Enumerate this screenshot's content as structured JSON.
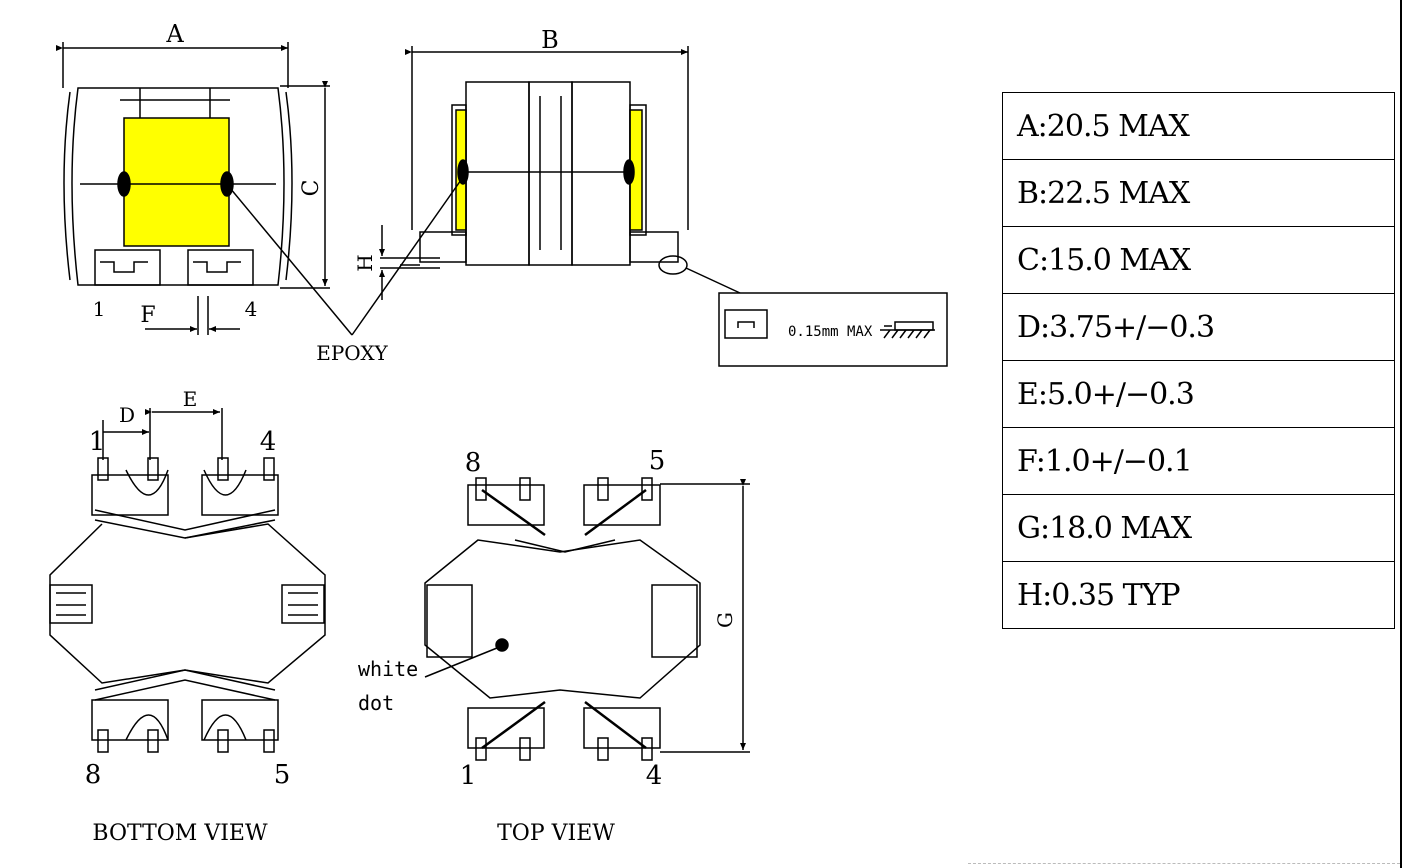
{
  "labels": {
    "dim_a": "A",
    "dim_b": "B",
    "dim_c": "C",
    "dim_d": "D",
    "dim_e": "E",
    "dim_f": "F",
    "dim_g": "G",
    "dim_h": "H",
    "epoxy": "EPOXY",
    "pin1": "1",
    "pin4": "4",
    "pin5": "5",
    "pin8": "8",
    "white_dot_1": "white",
    "white_dot_2": "dot",
    "flatness": "0.15mm MAX",
    "bottom_view": "BOTTOM VIEW",
    "top_view": "TOP VIEW"
  },
  "colors": {
    "epoxy_fill": "#ffff00",
    "line": "#000000"
  },
  "specs": [
    "A:20.5 MAX",
    "B:22.5 MAX",
    "C:15.0 MAX",
    "D:3.75+/−0.3",
    "E:5.0+/−0.3",
    "F:1.0+/−0.1",
    "G:18.0 MAX",
    "H:0.35 TYP"
  ]
}
